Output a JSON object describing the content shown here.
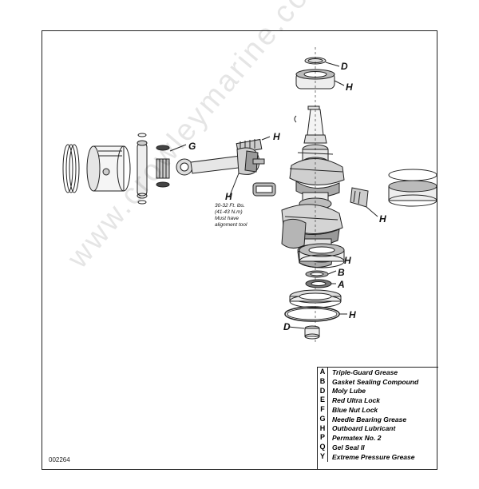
{
  "callouts": {
    "d_top": "D",
    "h_bearing_top": "H",
    "h_crank_upper": "H",
    "g_piston": "G",
    "h_rod": "H",
    "h_right_bearing": "H",
    "h_lower_seal": "H",
    "b_lower": "B",
    "a_lower": "A",
    "h_bottom_ring": "H",
    "d_bottom": "D"
  },
  "torque_note": "30-32 Ft. lbs.\n(41-43 N.m)\nMust have\nalignment tool",
  "figure_code": "002264",
  "watermark": "www.crowleymarine.com",
  "legend": [
    {
      "letter": "A",
      "text": "Triple-Guard Grease"
    },
    {
      "letter": "B",
      "text": "Gasket Sealing Compound"
    },
    {
      "letter": "D",
      "text": "Moly Lube"
    },
    {
      "letter": "E",
      "text": "Red Ultra Lock"
    },
    {
      "letter": "F",
      "text": "Blue Nut Lock"
    },
    {
      "letter": "G",
      "text": "Needle Bearing Grease"
    },
    {
      "letter": "H",
      "text": "Outboard Lubricant"
    },
    {
      "letter": "P",
      "text": "Permatex No. 2"
    },
    {
      "letter": "Q",
      "text": "Gel Seal II"
    },
    {
      "letter": "Y",
      "text": "Extreme Pressure Grease"
    }
  ]
}
